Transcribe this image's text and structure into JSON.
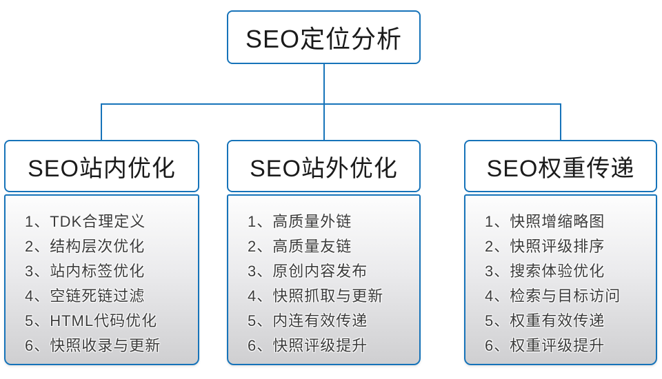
{
  "colors": {
    "accent_blue": "#1673b9",
    "header_text": "#1a1a1a",
    "list_text": "#3b3b3b",
    "list_gradient_top": "#fdfdfd",
    "list_gradient_bottom": "#cfcfd1",
    "background": "#ffffff"
  },
  "diagram": {
    "root": {
      "title": "SEO定位分析"
    },
    "branches": [
      {
        "title": "SEO站内优化",
        "items": [
          "1、TDK合理定义",
          "2、结构层次优化",
          "3、站内标签优化",
          "4、空链死链过滤",
          "5、HTML代码优化",
          "6、快照收录与更新"
        ]
      },
      {
        "title": "SEO站外优化",
        "items": [
          "1、高质量外链",
          "2、高质量友链",
          "3、原创内容发布",
          "4、快照抓取与更新",
          "5、内连有效传递",
          "6、快照评级提升"
        ]
      },
      {
        "title": "SEO权重传递",
        "items": [
          "1、快照增缩略图",
          "2、快照评级排序",
          "3、搜索体验优化",
          "4、检索与目标访问",
          "5、权重有效传递",
          "6、权重评级提升"
        ]
      }
    ]
  }
}
